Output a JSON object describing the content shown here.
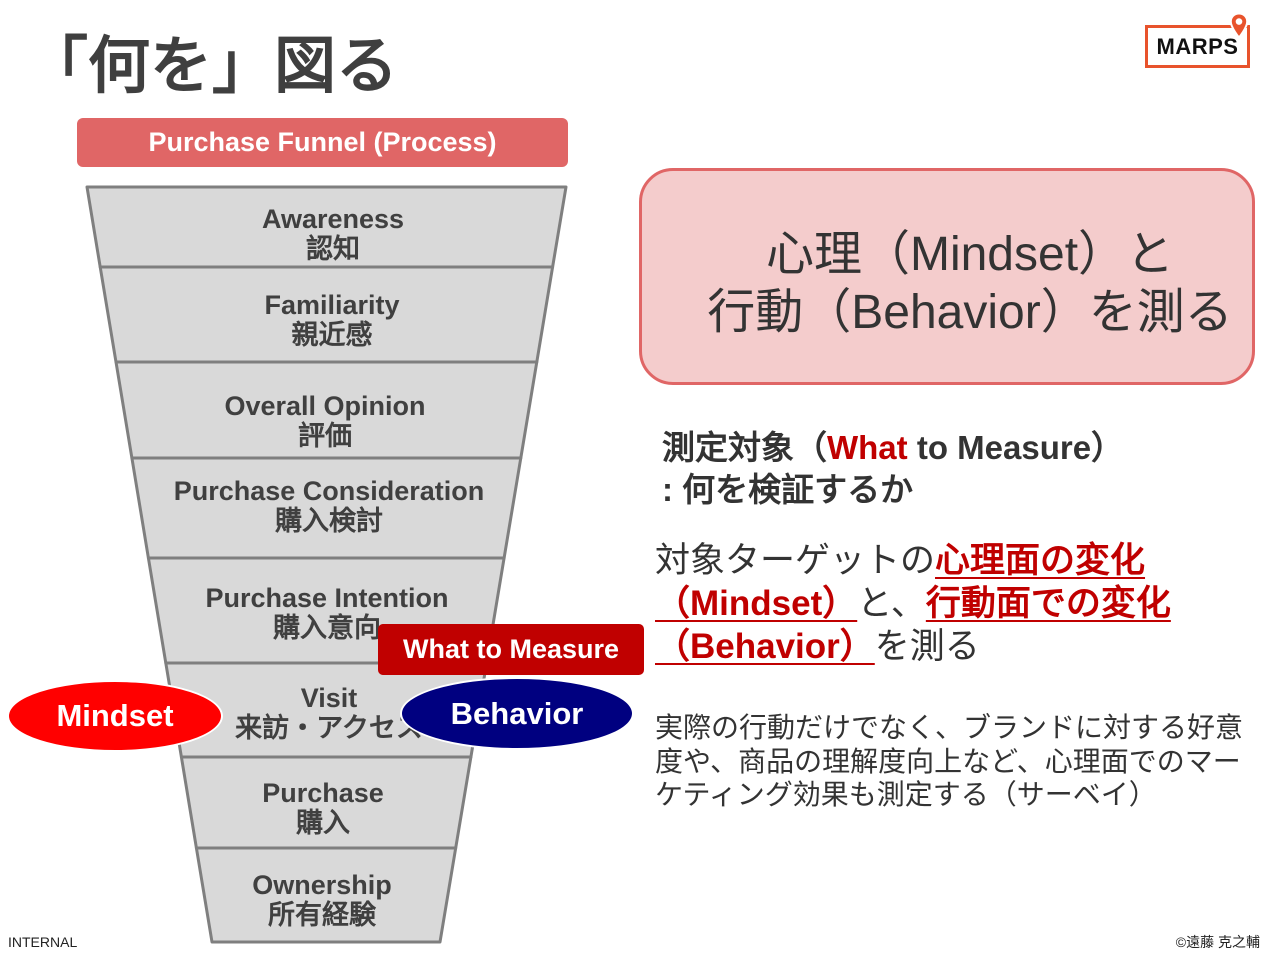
{
  "slide": {
    "title": "「何を」図る",
    "footer_left": "INTERNAL",
    "footer_right": "©遠藤 克之輔"
  },
  "logo": {
    "text": "MARPS",
    "icon": "location-pin-icon"
  },
  "funnel": {
    "header": "Purchase Funnel (Process)",
    "stages": [
      {
        "en": "Awareness",
        "ja": "認知"
      },
      {
        "en": "Familiarity",
        "ja": "親近感"
      },
      {
        "en": "Overall Opinion",
        "ja": "評価"
      },
      {
        "en": "Purchase Consideration",
        "ja": "購入検討"
      },
      {
        "en": "Purchase Intention",
        "ja": "購入意向"
      },
      {
        "en": "Visit",
        "ja": "来訪・アクセス"
      },
      {
        "en": "Purchase",
        "ja": "購入"
      },
      {
        "en": "Ownership",
        "ja": "所有経験"
      }
    ]
  },
  "overlays": {
    "what_to_measure": "What to Measure",
    "mindset": "Mindset",
    "behavior": "Behavior"
  },
  "callout": {
    "line1": "心理（Mindset）と",
    "line2": "行動（Behavior）を測る"
  },
  "measure_target": {
    "heading_before": "測定対象（",
    "heading_emph": "What",
    "heading_after": " to Measure）",
    "subheading": ": 何を検証するか"
  },
  "statement": {
    "line1_plain": "対象ターゲットの",
    "line1_emph": "心理面の変化",
    "line2_emph_a": "（Mindset）",
    "line2_plain": "と、",
    "line2_emph_b": "行動面での変化",
    "line3_emph": "（Behavior）",
    "line3_plain": "を測る"
  },
  "note": "実際の行動だけでなく、ブランドに対する好意度や、商品の理解度向上など、心理面でのマーケティング効果も測定する（サーベイ）",
  "theme": {
    "title_color": "#3f3f3f",
    "text_color": "#333333",
    "funnel_text": "#404040",
    "emphasis_red": "#c00000",
    "header_fill": "#e06666",
    "callout_fill": "#f4cccc",
    "callout_border": "#e06666",
    "funnel_fill": "#d9d9d9",
    "funnel_stroke": "#7f7f7f",
    "mindset_fill": "#ff0000",
    "behavior_fill": "#000080",
    "logo_accent": "#e8532c"
  }
}
